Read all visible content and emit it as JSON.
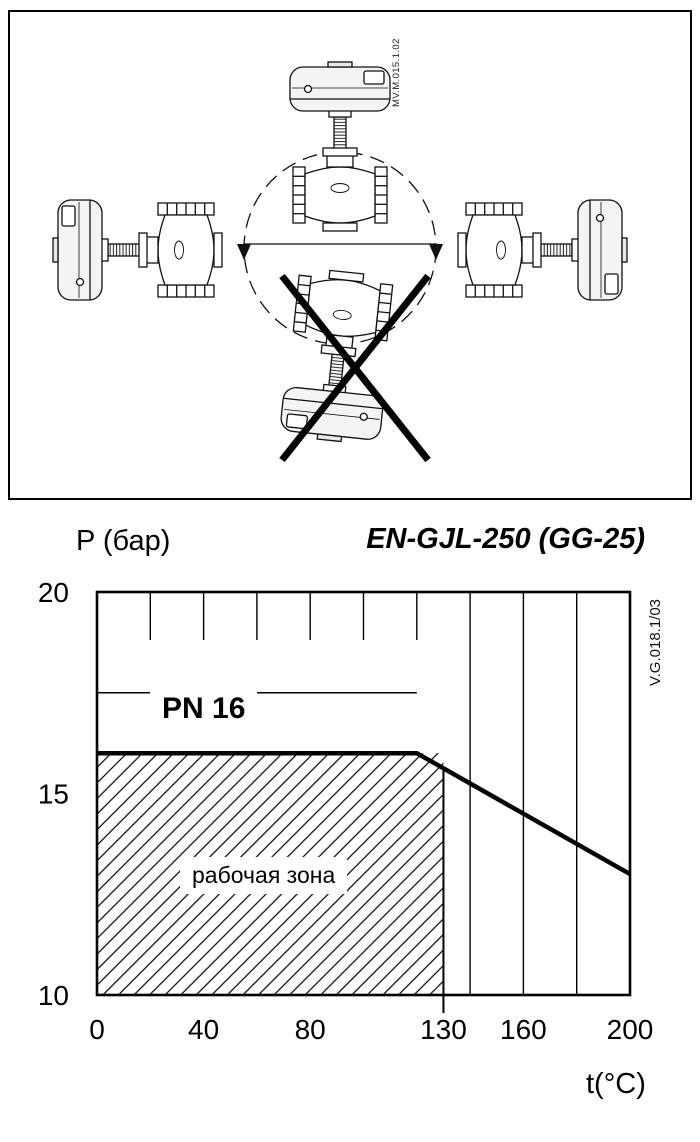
{
  "mounting_diagram": {
    "doc_code": "MV.M.015.1.02",
    "orientations_shown": [
      "actuator-up",
      "actuator-left",
      "actuator-right",
      "actuator-down-crossed-out"
    ]
  },
  "chart_data": {
    "type": "line",
    "title": "EN-GJL-250 (GG-25)",
    "xlabel": "t(°C)",
    "ylabel": "P (бар)",
    "xlim": [
      0,
      200
    ],
    "ylim": [
      10,
      20
    ],
    "x_tick_labels": [
      0,
      40,
      80,
      130,
      160,
      200
    ],
    "y_tick_labels": [
      20,
      15,
      10
    ],
    "x_grid_step": 20,
    "upper_gridline_p": 17.5,
    "pn_rating": "PN 16",
    "doc_code": "V.G.018.1/03",
    "series": [
      {
        "name": "pressure-temperature-limit",
        "points_t_bar": [
          [
            0,
            16
          ],
          [
            120,
            16
          ],
          [
            200,
            13
          ]
        ]
      }
    ],
    "working_zone": {
      "label": "рабочая зона",
      "t_range": [
        0,
        130
      ],
      "p_range": [
        10,
        16
      ]
    },
    "limit_line_t": 130,
    "colors": {
      "line": "#000000",
      "hatch": "#000000",
      "grid": "#000000"
    }
  }
}
